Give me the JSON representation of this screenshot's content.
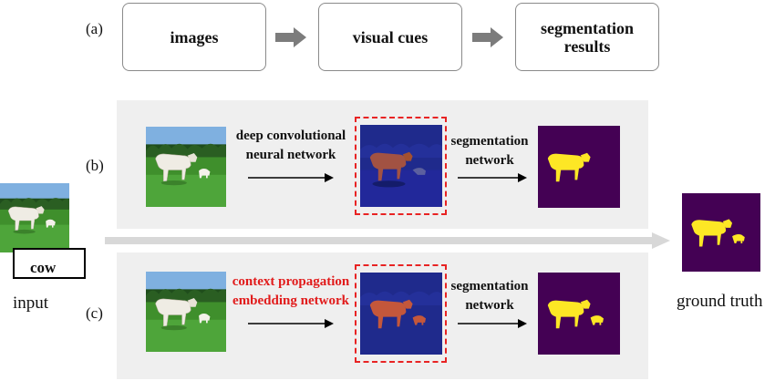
{
  "row_a": {
    "label": "(a)",
    "steps": [
      "images",
      "visual cues",
      "segmentation\nresults"
    ]
  },
  "row_b": {
    "label": "(b)",
    "network_label_line1": "deep convolutional",
    "network_label_line2": "neural network",
    "seg_label_line1": "segmentation",
    "seg_label_line2": "network"
  },
  "row_c": {
    "label": "(c)",
    "network_label_line1": "context propagation",
    "network_label_line2": "embedding network",
    "seg_label_line1": "segmentation",
    "seg_label_line2": "network"
  },
  "input": {
    "word_label": "cow",
    "caption": "input"
  },
  "ground_truth": {
    "caption": "ground truth"
  },
  "colors": {
    "highlight_red": "#e11b1b",
    "mask_purple": "#440154",
    "mask_yellow": "#fde725",
    "cue_blue": "#1f2a8c"
  }
}
